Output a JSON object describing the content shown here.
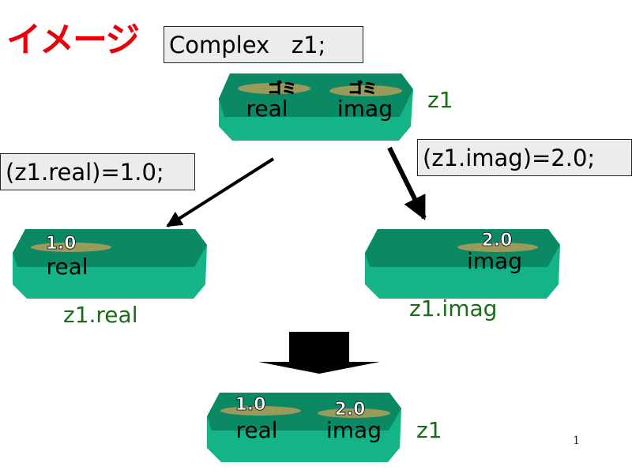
{
  "title": "イメージ",
  "declaration": "Complex   z1;",
  "assign_real": "(z1.real)=1.0;",
  "assign_imag": "(z1.imag)=2.0;",
  "block_top": {
    "name": "z1",
    "field_real": "real",
    "field_imag": "imag",
    "value_real": "ゴミ",
    "value_imag": "ゴミ"
  },
  "block_real": {
    "name": "z1.real",
    "field": "real",
    "value": "1.0"
  },
  "block_imag": {
    "name": "z1.imag",
    "field": "imag",
    "value": "2.0"
  },
  "block_bottom": {
    "name": "z1",
    "field_real": "real",
    "field_imag": "imag",
    "value_real": "1.0",
    "value_imag": "2.0"
  },
  "page_number": "1",
  "colors": {
    "title_red": "#e8000b",
    "block_top_face": "#0a8a63",
    "block_side": "#15b58a",
    "oval": "#9a9a5a",
    "label_green": "#1a6b1a"
  }
}
